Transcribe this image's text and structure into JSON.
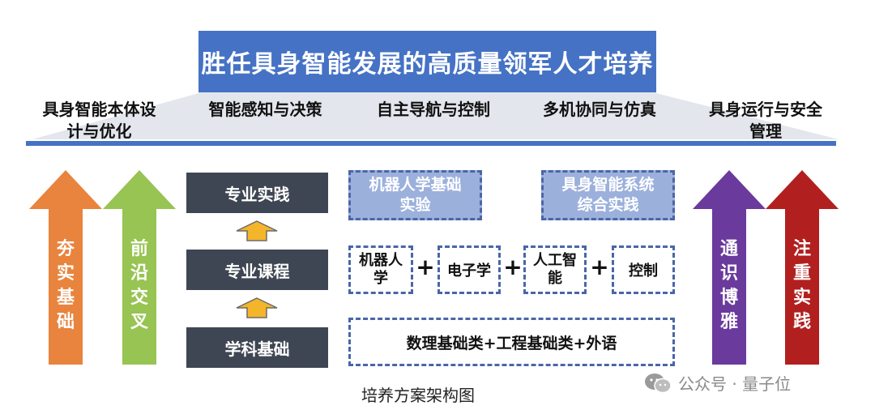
{
  "title": "胜任具身智能发展的高质量领军人才培养",
  "pillars": [
    "具身智能本体设计与优化",
    "智能感知与决策",
    "自主导航与控制",
    "多机协同与仿真",
    "具身运行与安全管理"
  ],
  "pillar0_lines": [
    "具身智能本体设",
    "计与优化"
  ],
  "pillar4_lines": [
    "具身运行与安全",
    "管理"
  ],
  "stack": [
    "专业实践",
    "专业课程",
    "学科基础"
  ],
  "practice": {
    "left_lines": [
      "机器人学基础",
      "实验"
    ],
    "right_lines": [
      "具身智能系统",
      "综合实践"
    ]
  },
  "courses": [
    "机器人学",
    "电子学",
    "人工智能",
    "控制"
  ],
  "course_lines": {
    "robotics": [
      "机器人",
      "学"
    ],
    "ai": [
      "人工智",
      "能"
    ]
  },
  "plus": "+",
  "foundation": "数理基础类+工程基础类+外语",
  "arrows": [
    {
      "label": "夯实基础",
      "chars": [
        "夯",
        "实",
        "基",
        "础"
      ],
      "color": "#e8843d"
    },
    {
      "label": "前沿交叉",
      "chars": [
        "前",
        "沿",
        "交",
        "叉"
      ],
      "color": "#97c452"
    },
    {
      "label": "通识博雅",
      "chars": [
        "通",
        "识",
        "博",
        "雅"
      ],
      "color": "#6a3a9c"
    },
    {
      "label": "注重实践",
      "chars": [
        "注",
        "重",
        "实",
        "践"
      ],
      "color": "#b1201f"
    }
  ],
  "colors": {
    "title_bg": "#4572c4",
    "roof_grey": "#e3e6ed",
    "roof_line": "#4572c4",
    "dark_box": "#3f4653",
    "up_arrow": "#f5b52a"
  },
  "caption": "培养方案架构图",
  "watermark": "公众号 · 量子位"
}
